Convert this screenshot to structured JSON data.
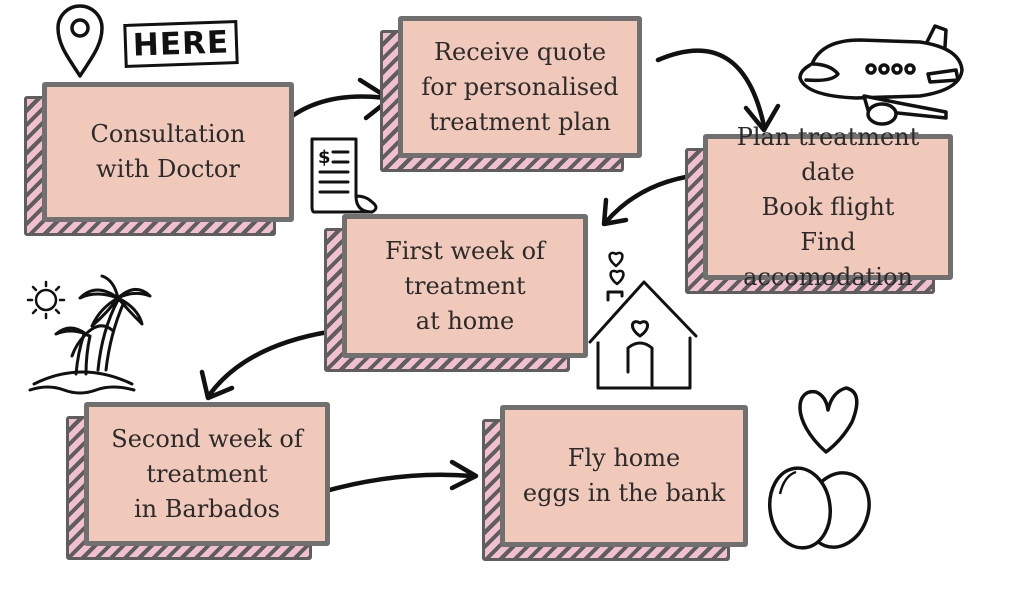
{
  "steps": [
    {
      "id": "consultation",
      "label": "Consultation\nwith Doctor"
    },
    {
      "id": "quote",
      "label": "Receive quote\nfor  personalised\ntreatment plan"
    },
    {
      "id": "plan",
      "label": "Plan treatment date\nBook flight\nFind accomodation"
    },
    {
      "id": "first-week",
      "label": "First week of\ntreatment\nat home"
    },
    {
      "id": "second-week",
      "label": "Second week of\ntreatment\nin Barbados"
    },
    {
      "id": "fly-home",
      "label": "Fly home\neggs in the bank"
    }
  ],
  "here_label": "HERE",
  "receipt_symbol": "$",
  "colors": {
    "card_fill": "#f0c9bb",
    "card_border": "#707070",
    "stripe_pink": "#f2bfd0",
    "ink": "#111111"
  },
  "icons": [
    "location-pin-icon",
    "receipt-icon",
    "airplane-icon",
    "hearts-icon",
    "house-icon",
    "palm-island-icon",
    "sun-icon",
    "heart-icon",
    "eggs-icon"
  ]
}
